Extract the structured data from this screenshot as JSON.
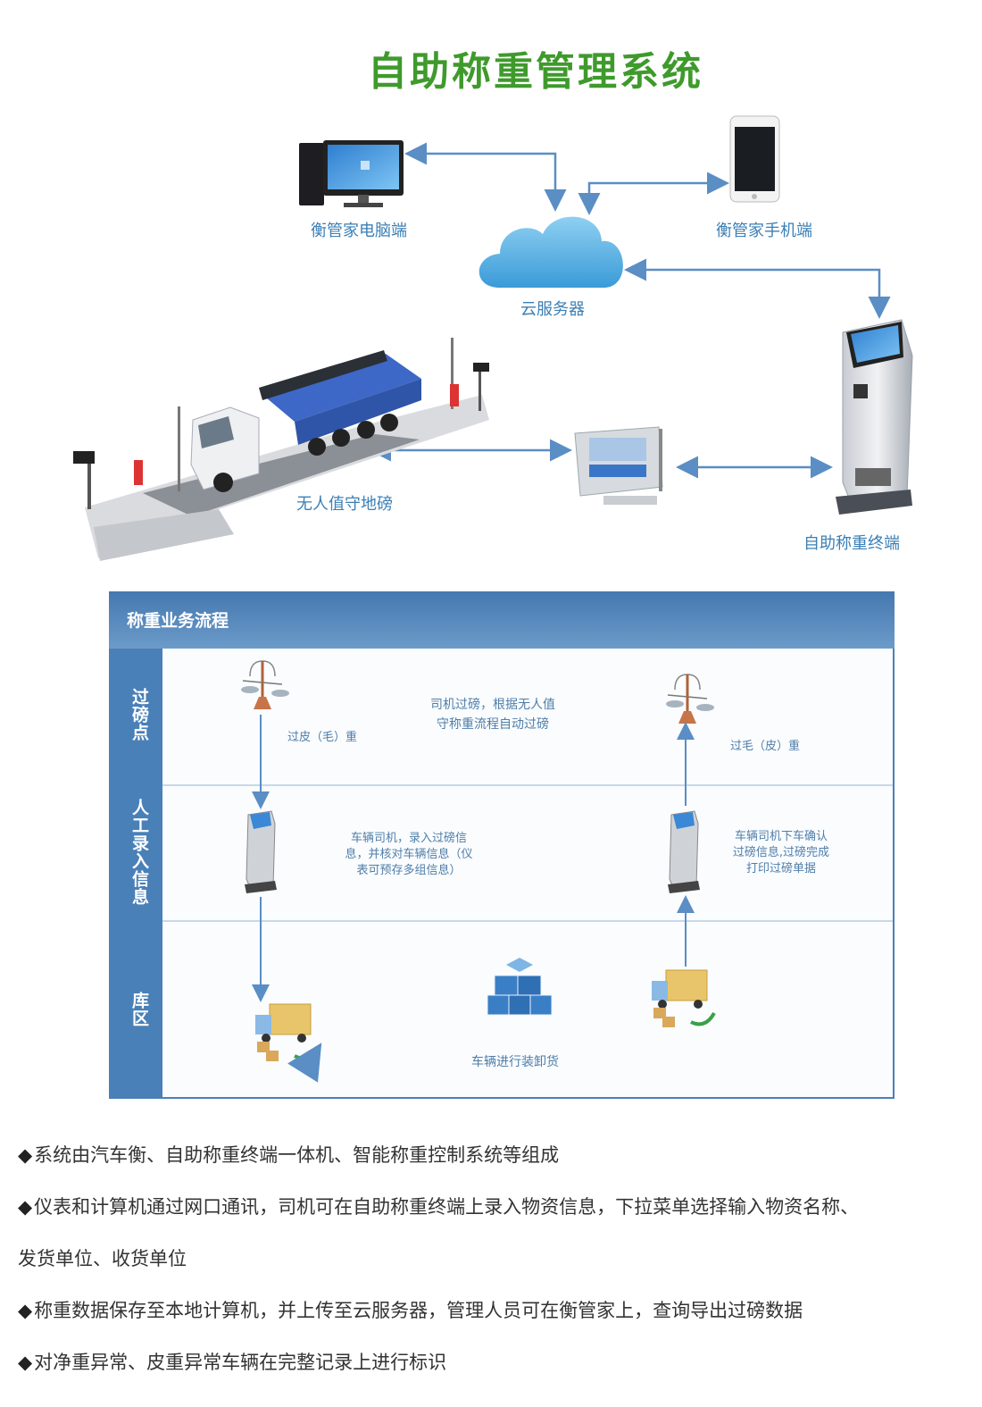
{
  "title": "自助称重管理系统",
  "nodes": {
    "pc": "衡管家电脑端",
    "phone": "衡管家手机端",
    "cloud": "云服务器",
    "scale": "无人值守地磅",
    "terminal": "自助称重终端"
  },
  "flow": {
    "title": "称重业务流程",
    "lanes": [
      "过磅点",
      "人工录入信息",
      "库区"
    ],
    "weigh_top_text": [
      "司机过磅，根据无人值",
      "守称重流程自动过磅"
    ],
    "first_weigh": "过皮（毛）重",
    "second_weigh": "过毛（皮）重",
    "entry_text": [
      "车辆司机，录入过磅信",
      "息，并核对车辆信息（仪",
      "表可预存多组信息）"
    ],
    "confirm_text": [
      "车辆司机下车确认",
      "过磅信息,过磅完成",
      "打印过磅单据"
    ],
    "warehouse_text": "车辆进行装卸货"
  },
  "bullets": [
    "系统由汽车衡、自助称重终端一体机、智能称重控制系统等组成",
    "仪表和计算机通过网口通讯，司机可在自助称重终端上录入物资信息，下拉菜单选择输入物资名称、",
    "发货单位、收货单位",
    "称重数据保存至本地计算机，并上传至云服务器，管理人员可在衡管家上，查询导出过磅数据",
    "对净重异常、皮重异常车辆在完整记录上进行标识"
  ],
  "bullet_marker": "◆",
  "colors": {
    "title": "#3f9a2c",
    "label": "#3b7fb5",
    "arrow": "#5a8ec4",
    "panel": "#4a80b8"
  }
}
